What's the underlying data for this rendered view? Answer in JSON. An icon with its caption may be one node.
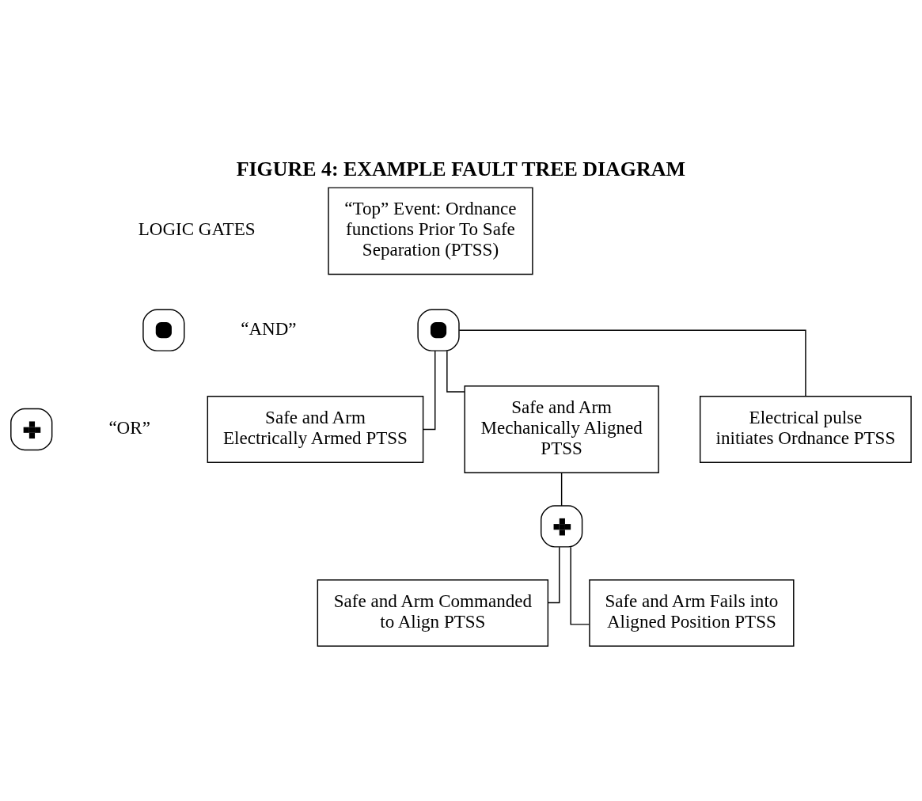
{
  "diagram": {
    "title": "FIGURE 4: EXAMPLE FAULT TREE DIAGRAM",
    "nodes": [
      {
        "text": [
          "“Top” Event: Ordnance functions Prior To Safe Separation (PTSS)"
        ]
      },
      {
        "text": [],
        "shape": "and-gate"
      },
      {
        "text": [
          "Safe and Arm Electrically Armed PTSS"
        ]
      },
      {
        "text": [
          "Safe and Arm Mechanically Aligned PTSS"
        ]
      },
      {
        "text": [
          "Electrical pulse initiates Ordnance PTSS"
        ]
      },
      {
        "text": [],
        "shape": "or-gate"
      },
      {
        "text": [
          "Safe and Arm Commanded to Align PTSS"
        ]
      },
      {
        "text": [
          "Safe and Arm Fails into Aligned Position PTSS"
        ]
      },
      {
        "text": [],
        "shape": "and-gate",
        "beside": [
          "“AND”"
        ]
      },
      {
        "text": [],
        "shape": "or-gate",
        "beside": [
          "“OR”"
        ]
      }
    ],
    "edges": [
      {
        "from": 1,
        "to": 2,
        "arrow": "none"
      },
      {
        "from": 1,
        "to": 3,
        "arrow": "none"
      },
      {
        "from": 1,
        "to": 4,
        "arrow": "none"
      },
      {
        "from": 3,
        "to": 5,
        "arrow": "none"
      },
      {
        "from": 5,
        "to": 6,
        "arrow": "none"
      },
      {
        "from": 5,
        "to": 7,
        "arrow": "none"
      }
    ],
    "labels": [
      "LOGIC GATES"
    ]
  }
}
